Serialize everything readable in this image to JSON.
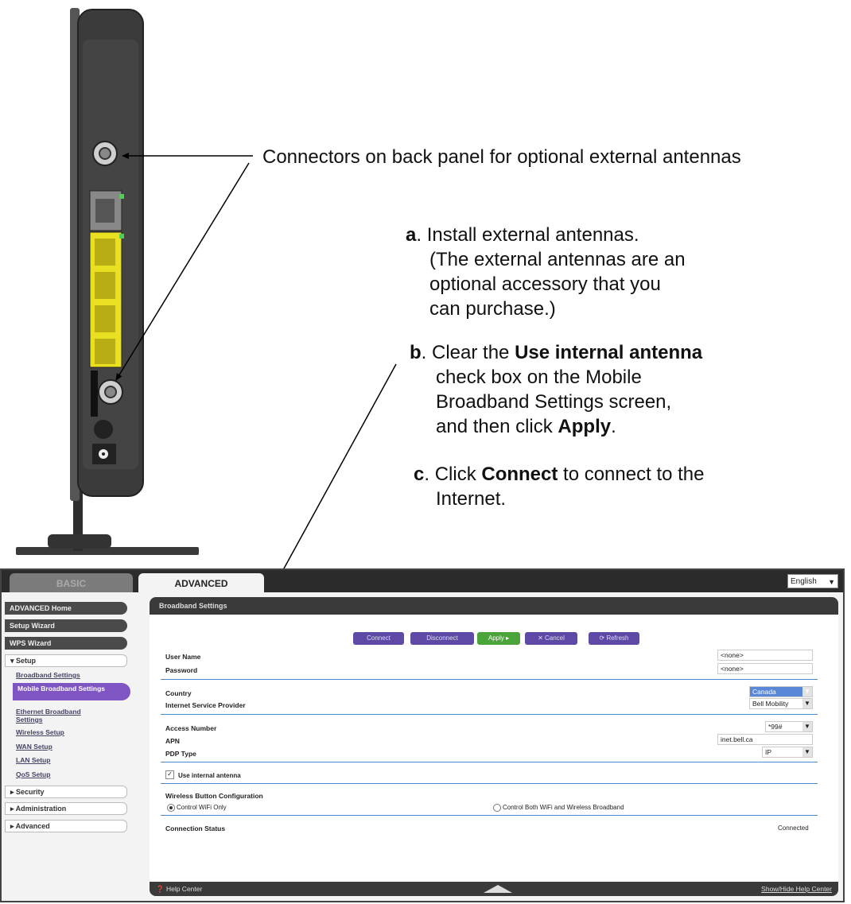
{
  "callouts": {
    "connectors": "Connectors on back panel for optional external antennas",
    "a_letter": "a",
    "a_line1": ". Install external antennas.",
    "a_line2": "(The external antennas are an",
    "a_line3": "optional accessory that you",
    "a_line4": "can purchase.)",
    "b_letter": "b",
    "b_line1_pre": ". Clear the ",
    "b_line1_bold": "Use internal antenna",
    "b_line2": "check box on the Mobile",
    "b_line3": "Broadband Settings screen,",
    "b_line4_pre": "and then click ",
    "b_line4_bold": "Apply",
    "b_line4_post": ".",
    "c_letter": "c",
    "c_line1_pre": ". Click ",
    "c_line1_bold": "Connect",
    "c_line1_post": " to connect to the",
    "c_line2": "Internet."
  },
  "ui": {
    "tabs": {
      "basic": "BASIC",
      "advanced": "ADVANCED"
    },
    "language": "English",
    "sidebar": {
      "advanced_home": "ADVANCED Home",
      "setup_wizard": "Setup Wizard",
      "wps_wizard": "WPS Wizard",
      "setup": "▾ Setup",
      "links": [
        "Broadband Settings",
        "Mobile Broadband Settings",
        "Ethernet Broadband",
        "Settings",
        "Wireless Setup",
        "WAN Setup",
        "LAN Setup",
        "QoS Setup"
      ],
      "security": "▸ Security",
      "administration": "▸ Administration",
      "advanced": "▸ Advanced"
    },
    "panel_title": "Broadband Settings",
    "buttons": {
      "connect": "Connect",
      "disconnect": "Disconnect",
      "apply": "Apply ▸",
      "cancel": "✕ Cancel",
      "refresh": "⟳ Refresh"
    },
    "fields": {
      "user_name_label": "User Name",
      "user_name_value": "<none>",
      "password_label": "Password",
      "password_value": "<none>",
      "country_label": "Country",
      "country_value": "Canada",
      "isp_label": "Internet Service Provider",
      "isp_value": "Bell Mobility",
      "access_number_label": "Access Number",
      "access_number_value": "*99#",
      "apn_label": "APN",
      "apn_value": "inet.bell.ca",
      "pdp_label": "PDP Type",
      "pdp_value": "IP",
      "internal_antenna_label": "Use internal antenna",
      "wireless_button_label": "Wireless Button Configuration",
      "radio_wifi_only": "Control WiFi Only",
      "radio_both": "Control Both WiFi and Wireless Broadband",
      "connection_status_label": "Connection Status",
      "connection_status_value": "Connected"
    },
    "footer": {
      "help_center": "Help Center",
      "show_hide": "Show/Hide Help Center"
    }
  }
}
